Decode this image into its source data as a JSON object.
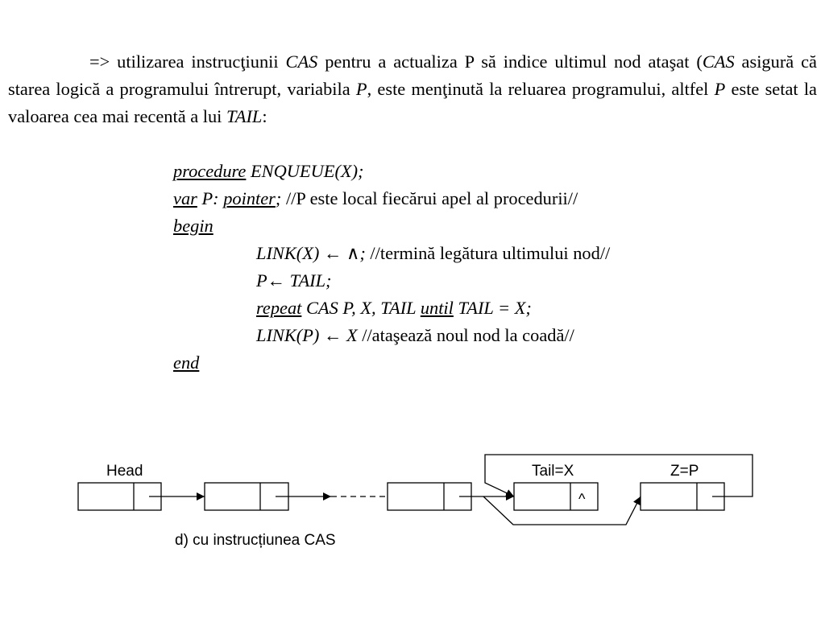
{
  "paragraph": {
    "arrow": "=>",
    "t1": " utilizarea instrucţiunii ",
    "cas1": "CAS",
    "t2": " pentru a actualiza P să indice ultimul nod ataşat (",
    "cas2": "CAS",
    "t3": " asigură că starea logică a programului întrerupt, variabila ",
    "p1": "P",
    "t4": ", este menţinută la reluarea programului, altfel ",
    "p2": "P",
    "t5": " este setat la valoarea cea mai recentă a lui ",
    "tail": "TAIL",
    "t6": ":"
  },
  "code": {
    "l1_kw": "procedure",
    "l1_rest": " ENQUEUE(X);",
    "l2_kw1": "var",
    "l2_mid": " P: ",
    "l2_kw2": "pointer",
    "l2_semi": ";",
    "l2_comment": " //P este local fiecărui apel al procedurii//",
    "l3_kw": "begin",
    "l4_code": "LINK(X) ← ∧;",
    "l4_comment": " //termină legătura ultimului nod//",
    "l5_code": "P← TAIL;",
    "l6_kw1": "repeat",
    "l6_mid": " CAS P, X, TAIL ",
    "l6_kw2": "until",
    "l6_rest": " TAIL = X;",
    "l7_code": "LINK(P) ← X",
    "l7_comment": " //ataşează noul nod la coadă//",
    "l8_kw": "end"
  },
  "diagram": {
    "head_label": "Head",
    "tail_label": "Tail=X",
    "z_label": "Z=P",
    "null_symbol": "^",
    "caption": "d) cu instrucțiunea CAS"
  }
}
